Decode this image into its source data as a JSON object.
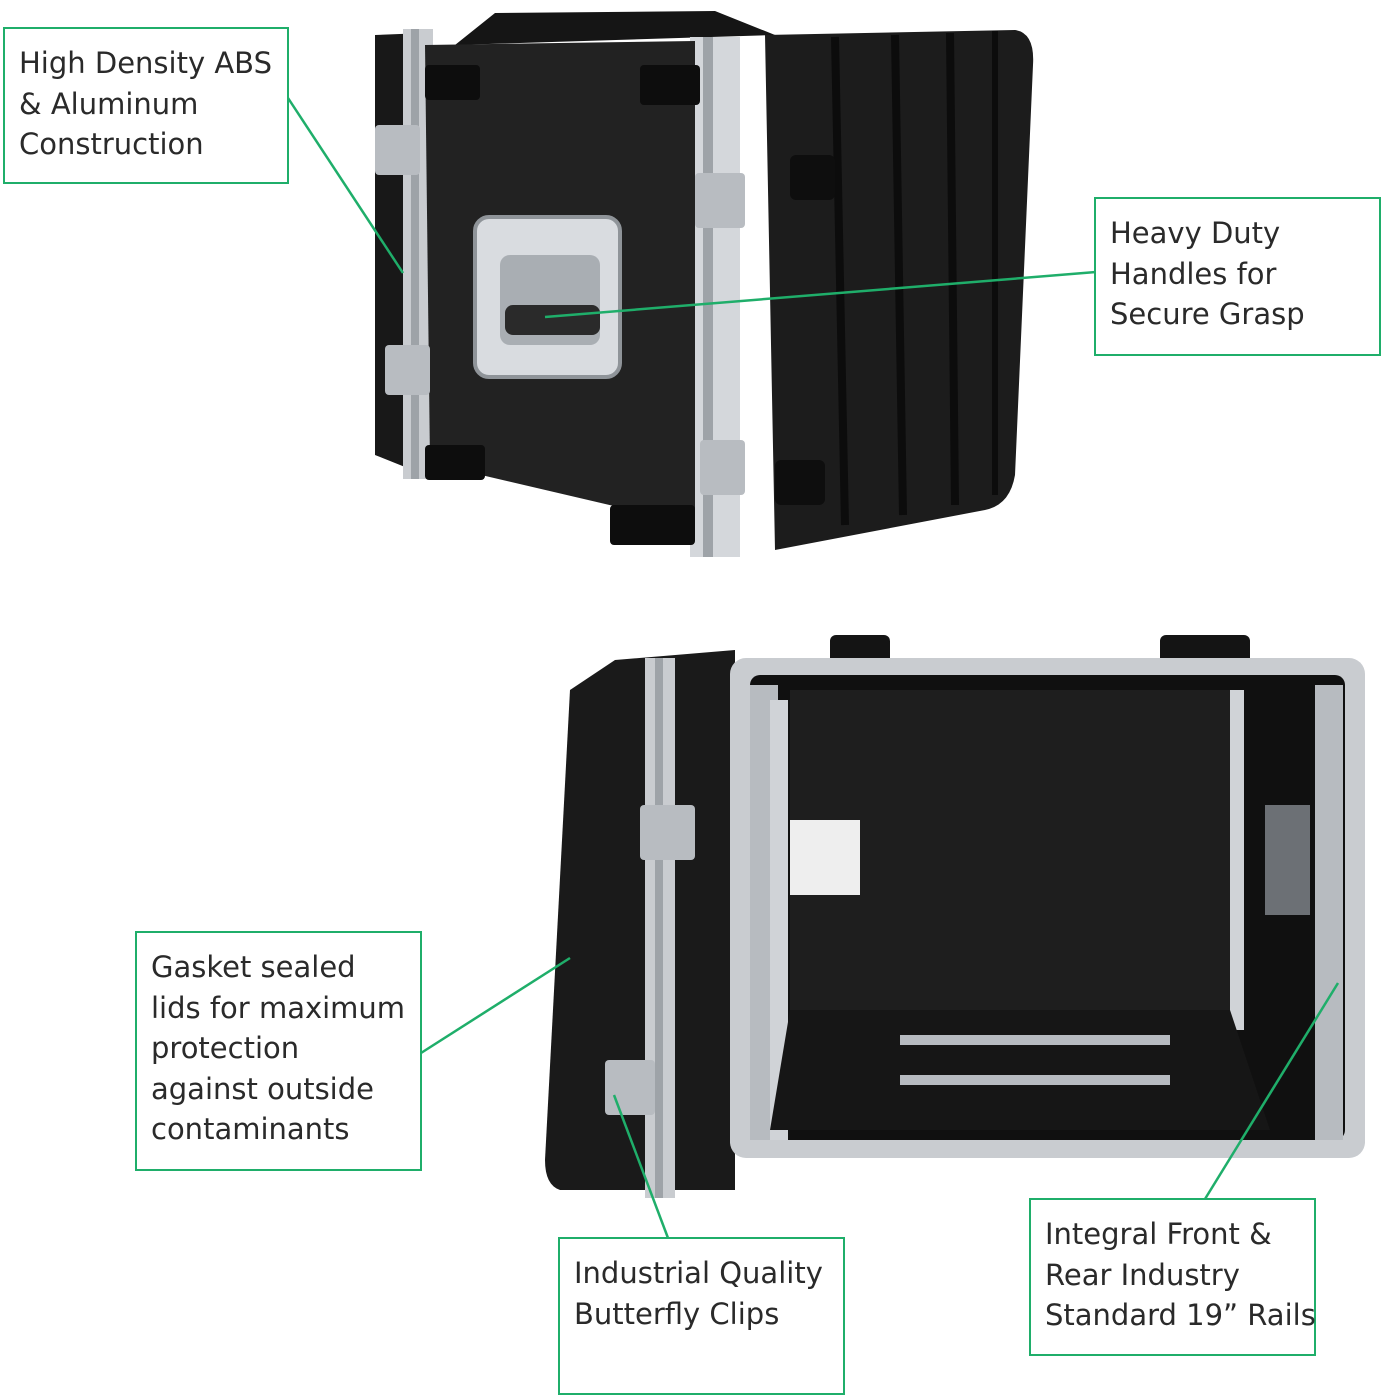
{
  "colors": {
    "accent": "#1fae6a",
    "case_black": "#1a1a1a",
    "aluminum": "#c9ccd0",
    "text": "#2a2a2a"
  },
  "callouts": {
    "abs_aluminum": {
      "lines": [
        "High Density ABS",
        "& Aluminum",
        "Construction"
      ]
    },
    "handles": {
      "lines": [
        "Heavy Duty",
        "Handles for",
        "Secure Grasp"
      ]
    },
    "gasket": {
      "lines": [
        "Gasket sealed",
        "lids for maximum",
        "protection",
        "against outside",
        "contaminants"
      ]
    },
    "clips": {
      "lines": [
        "Industrial Quality",
        "Butterfly Clips"
      ]
    },
    "rails": {
      "lines": [
        "Integral Front &",
        "Rear Industry",
        "Standard 19” Rails"
      ]
    }
  },
  "images": {
    "closed_case": "closed-rack-case-photo",
    "open_case": "open-rack-case-photo"
  }
}
